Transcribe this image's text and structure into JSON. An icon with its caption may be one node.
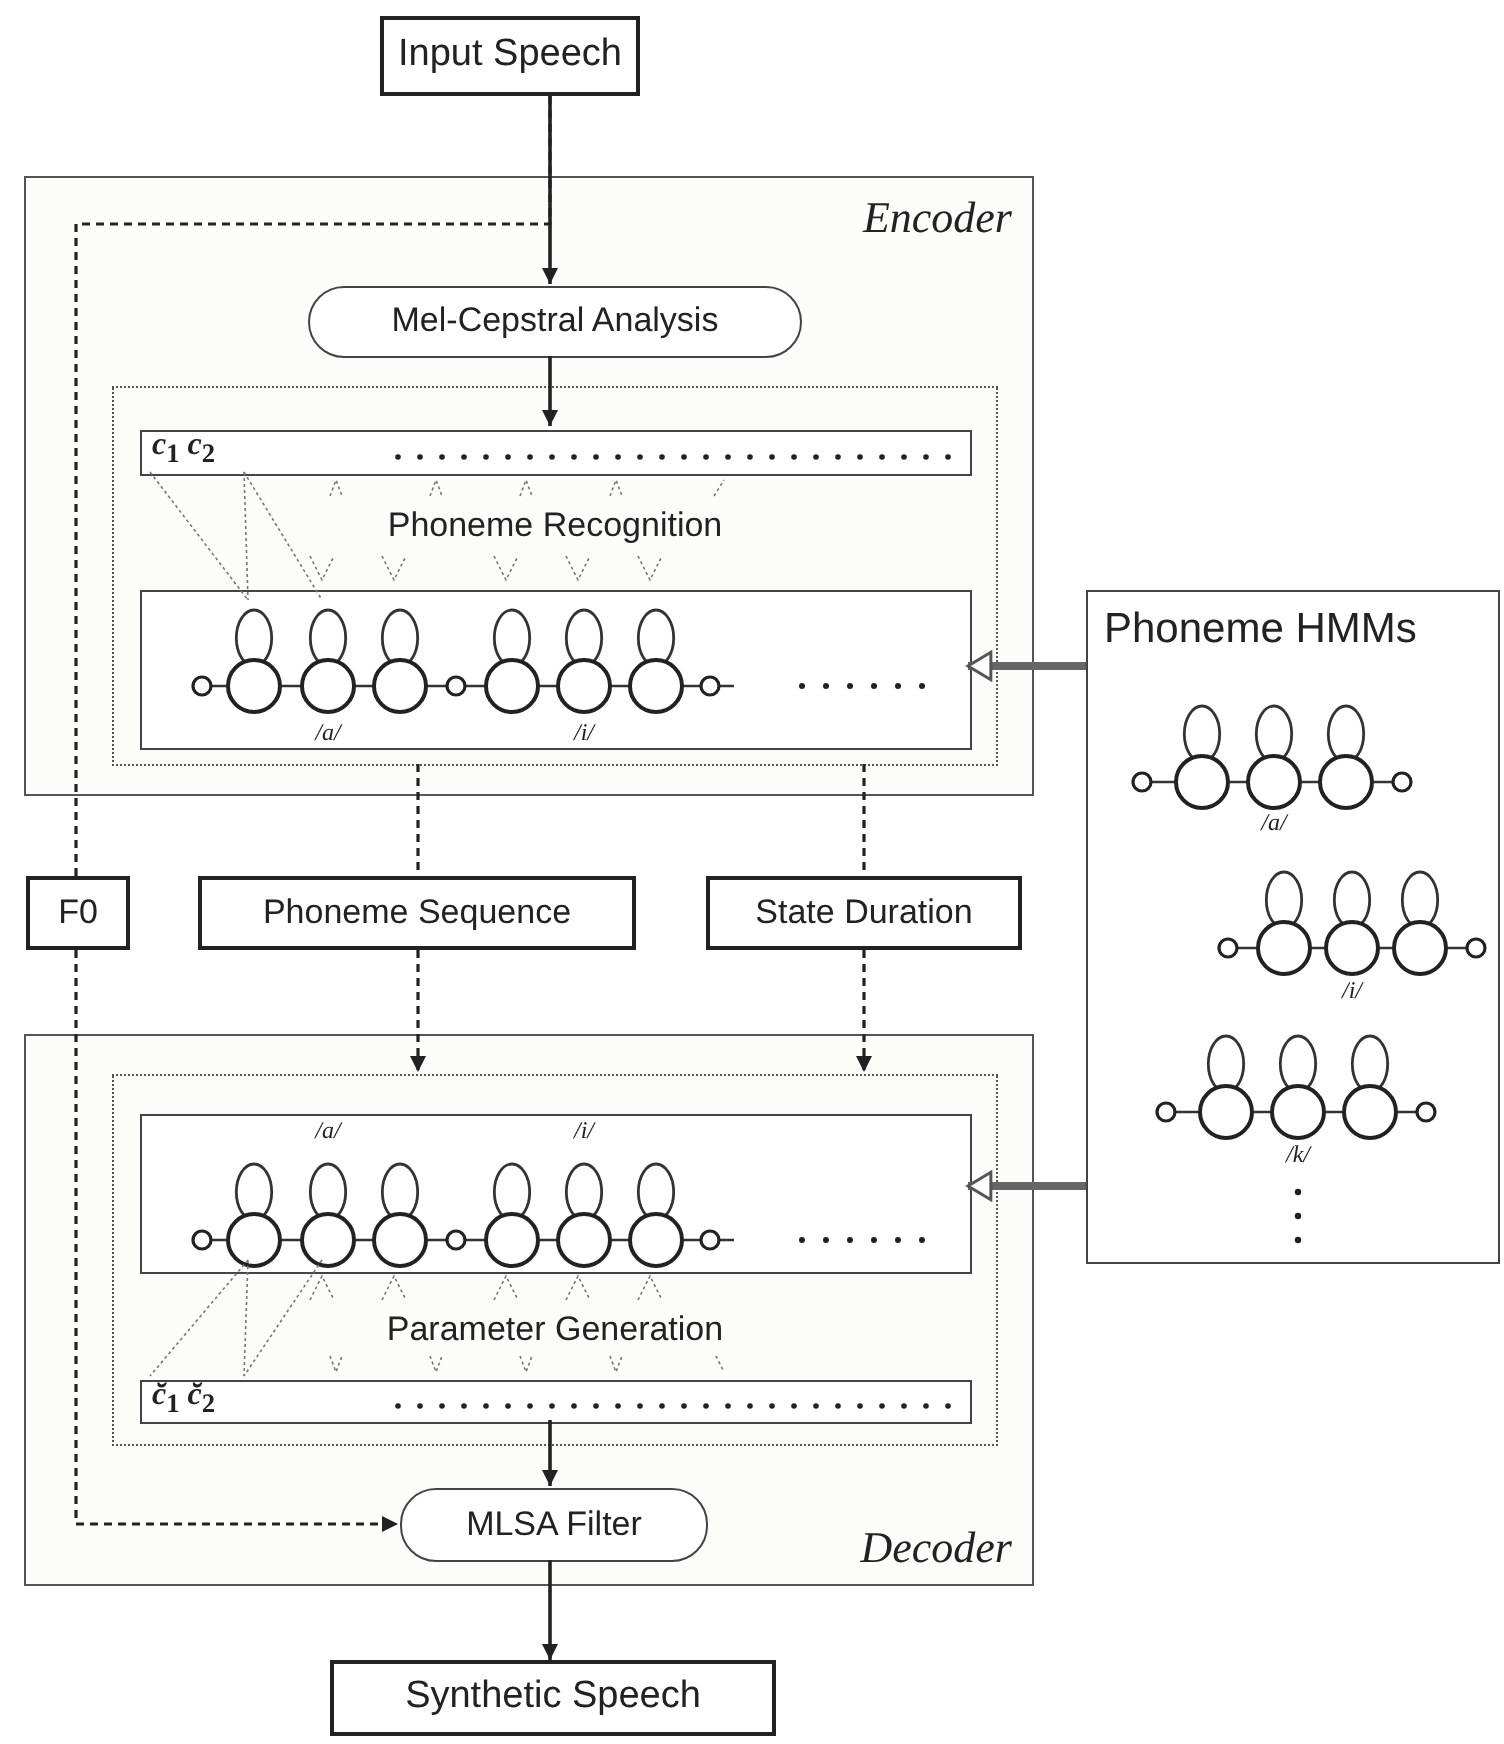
{
  "diagram": {
    "nodes": [
      {
        "text": [
          "Input Speech"
        ]
      },
      {
        "text": [
          "Encoder"
        ]
      },
      {
        "text": [
          "Mel-Cepstral Analysis"
        ],
        "in": 1
      },
      {
        "text": [
          "Phoneme Recognition"
        ],
        "in": 1
      },
      {
        "text": [
          "*c*$_{1}$ *c*$_{2}$"
        ],
        "in": 3
      },
      {
        "text": [
          "/a/",
          "/i/"
        ],
        "in": 3
      },
      {
        "text": [
          "Phoneme HMMs",
          "/a/",
          "/i/",
          "/k/"
        ]
      },
      {
        "text": [
          "F0"
        ]
      },
      {
        "text": [
          "Phoneme Sequence"
        ]
      },
      {
        "text": [
          "State Duration"
        ]
      },
      {
        "text": [
          "Decoder"
        ]
      },
      {
        "text": [
          "Parameter Generation"
        ],
        "in": 10
      },
      {
        "text": [
          "/a/",
          "/i/"
        ],
        "in": 11
      },
      {
        "text": [
          "*c̆*$_{1}$ *c̆*$_{2}$"
        ],
        "in": 11
      },
      {
        "text": [
          "MLSA Filter"
        ],
        "in": 10
      },
      {
        "text": [
          "Synthetic Speech"
        ]
      }
    ],
    "edges": [
      {
        "from": 0,
        "to": 2,
        "arrow": "to"
      },
      {
        "from": 2,
        "to": 4,
        "arrow": "to"
      },
      {
        "from": 0,
        "to": 7,
        "arrow": "none",
        "style": "dashed"
      },
      {
        "from": 3,
        "to": 8,
        "arrow": "none",
        "style": "dashed"
      },
      {
        "from": 3,
        "to": 9,
        "arrow": "none",
        "style": "dashed"
      },
      {
        "from": 8,
        "to": 11,
        "arrow": "to",
        "style": "dashed"
      },
      {
        "from": 9,
        "to": 11,
        "arrow": "to",
        "style": "dashed"
      },
      {
        "from": 6,
        "to": 5,
        "arrow": "to",
        "style": "thick"
      },
      {
        "from": 6,
        "to": 12,
        "arrow": "to",
        "style": "thick"
      },
      {
        "from": 7,
        "to": 14,
        "arrow": "to",
        "style": "dashed"
      },
      {
        "from": 13,
        "to": 14,
        "arrow": "to"
      },
      {
        "from": 14,
        "to": 15,
        "arrow": "to"
      }
    ]
  }
}
